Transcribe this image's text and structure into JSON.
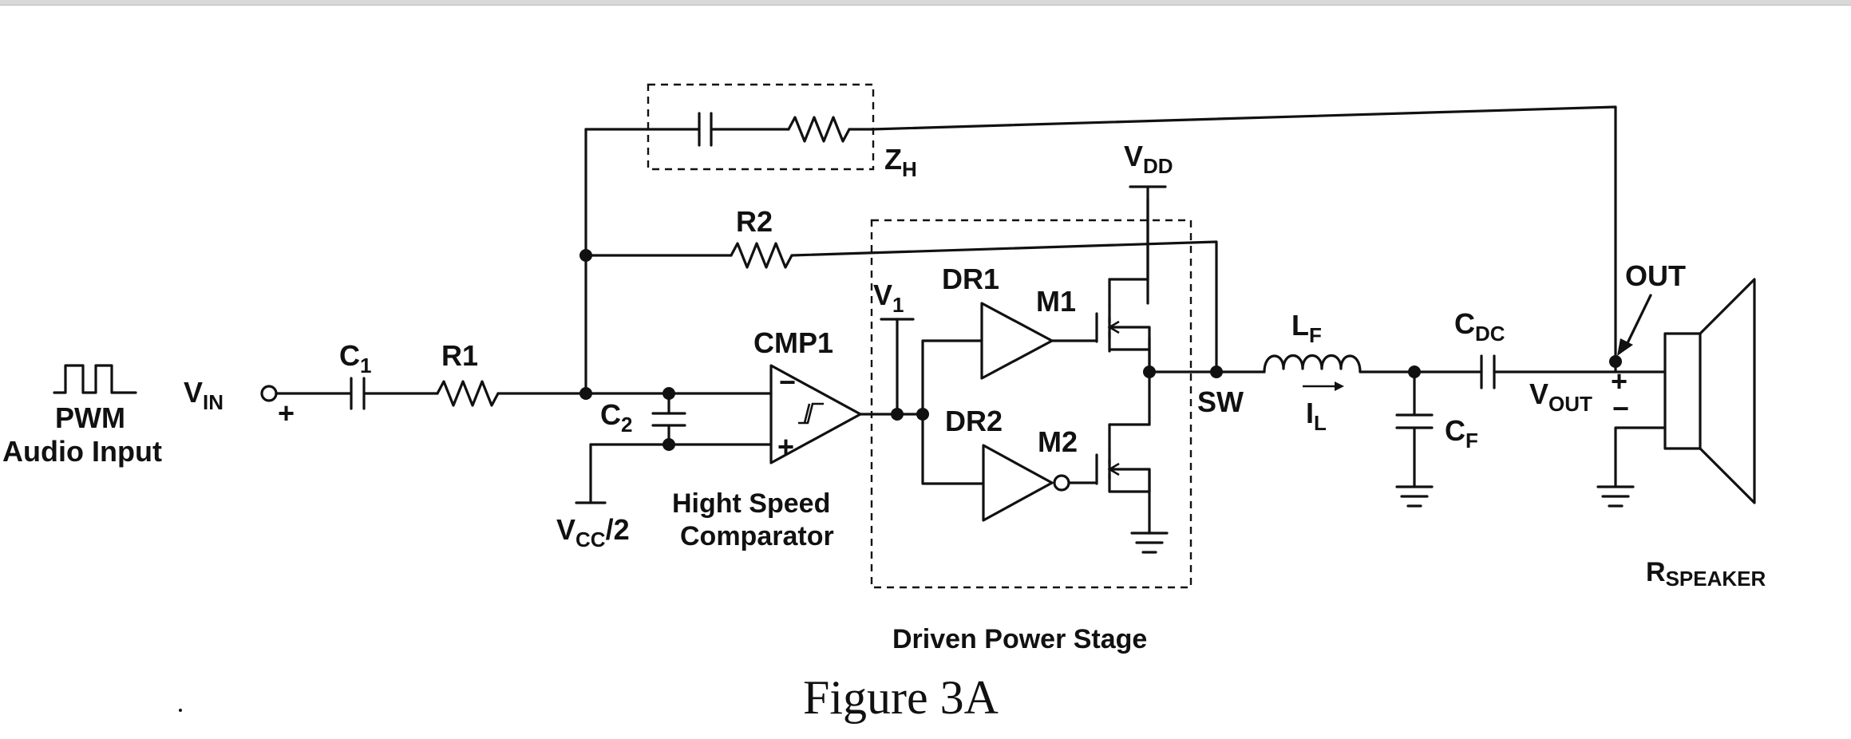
{
  "labels": {
    "pwm_line1": "PWM",
    "pwm_line2": "Audio Input",
    "vin_main": "V",
    "vin_sub": "IN",
    "c1_main": "C",
    "c1_sub": "1",
    "r1": "R1",
    "r2": "R2",
    "zh_main": "Z",
    "zh_sub": "H",
    "c2_main": "C",
    "c2_sub": "2",
    "cmp1": "CMP1",
    "vcc_main": "V",
    "vcc_sub": "CC",
    "vcc_tail": "/2",
    "comparator_line1": "Hight Speed",
    "comparator_line2": "Comparator",
    "v1_main": "V",
    "v1_sub": "1",
    "dr1": "DR1",
    "dr2": "DR2",
    "m1": "M1",
    "m2": "M2",
    "vdd_main": "V",
    "vdd_sub": "DD",
    "sw": "SW",
    "lf_main": "L",
    "lf_sub": "F",
    "il_main": "I",
    "il_sub": "L",
    "cf_main": "C",
    "cf_sub": "F",
    "cdc_main": "C",
    "cdc_sub": "DC",
    "vout_main": "V",
    "vout_sub": "OUT",
    "out": "OUT",
    "rspeaker_main": "R",
    "rspeaker_sub": "SPEAKER",
    "stage": "Driven Power Stage",
    "plus": "+",
    "minus": "−"
  },
  "caption": "Figure 3A"
}
